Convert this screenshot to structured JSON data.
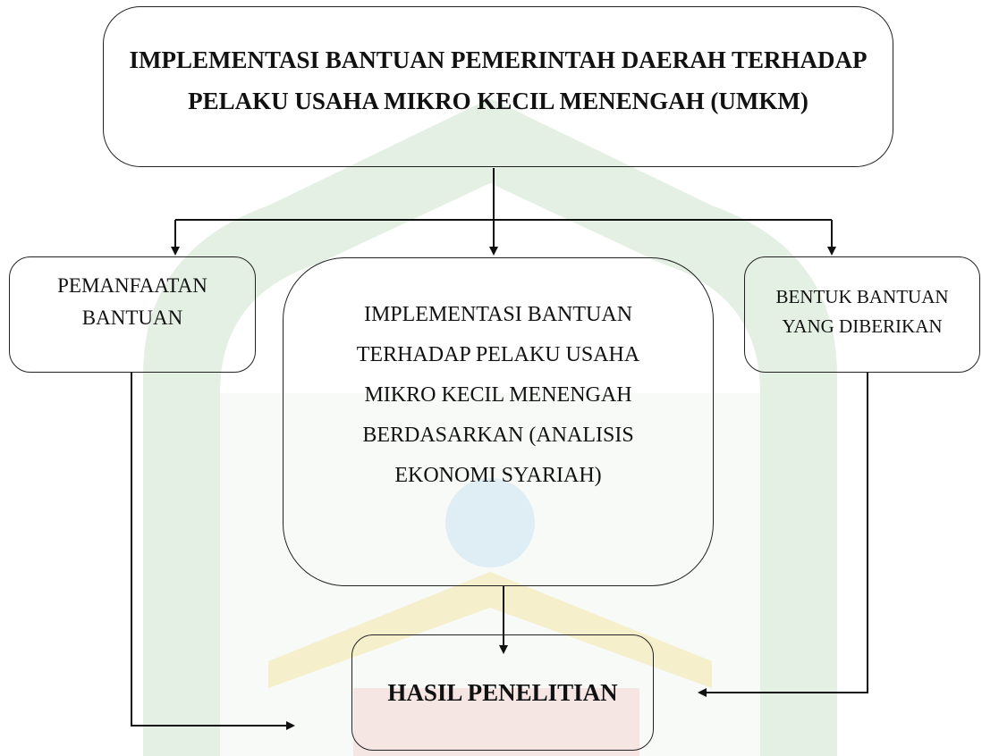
{
  "diagram": {
    "top_box": {
      "text": "IMPLEMENTASI BANTUAN PEMERINTAH DAERAH TERHADAP PELAKU USAHA MIKRO KECIL MENENGAH (UMKM)"
    },
    "left_box": {
      "text": "PEMANFAATAN BANTUAN"
    },
    "center_box": {
      "text": "IMPLEMENTASI BANTUAN TERHADAP PELAKU USAHA MIKRO KECIL MENENGAH BERDASARKAN (ANALISIS EKONOMI SYARIAH)"
    },
    "right_box": {
      "text": "BENTUK BANTUAN YANG DIBERIKAN"
    },
    "bottom_box": {
      "text": "HASIL PENELITIAN"
    }
  },
  "colors": {
    "watermark_green": "#cfe3cf",
    "watermark_yellow": "#f5e9b8",
    "watermark_red": "#f4d3d3",
    "watermark_blue": "#cfe6f3",
    "line": "#111111"
  }
}
